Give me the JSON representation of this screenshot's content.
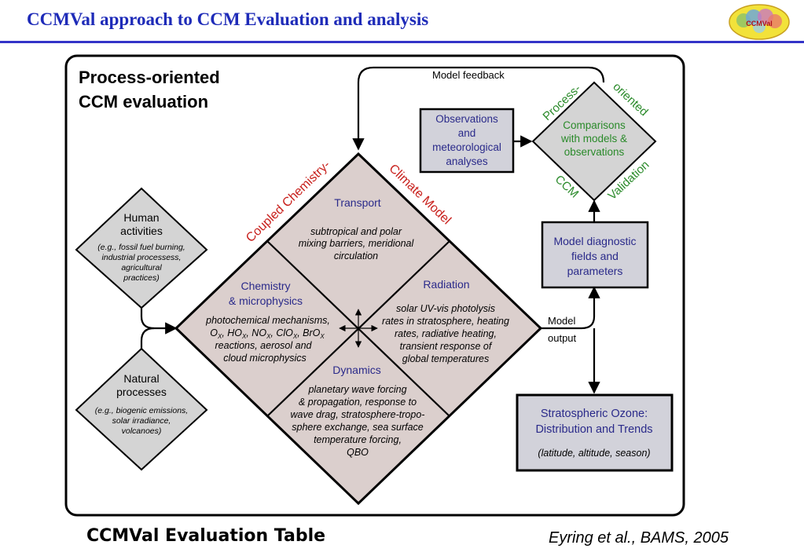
{
  "slide": {
    "title": "CCMVal approach to CCM Evaluation and analysis",
    "footer_left": "CCMVal Evaluation Table",
    "footer_right": "Eyring et al., BAMS, 2005",
    "logo": {
      "icon": "ccmval-logo-icon",
      "label": "CCMVal"
    }
  },
  "colors": {
    "title_blue": "#1e2bb8",
    "diamond_fill": "#dbcfcd",
    "box_fill": "#d2d2da",
    "green": "#2a8a2a",
    "red": "#c8201c",
    "navy": "#2a2a8a"
  },
  "diagram": {
    "heading_line1": "Process-oriented",
    "heading_line2": "CCM evaluation",
    "model_feedback": "Model feedback",
    "model_output_line1": "Model",
    "model_output_line2": "output",
    "ccm_diamond": {
      "label_left": "Coupled Chemistry-",
      "label_right": "Climate Model",
      "transport": {
        "title": "Transport",
        "lines": [
          "subtropical and polar",
          "mixing barriers, meridional",
          "circulation"
        ]
      },
      "chemistry": {
        "title_lines": [
          "Chemistry",
          "& microphysics"
        ],
        "line1": "photochemical mechanisms,",
        "species": [
          "O",
          "X",
          ", HO",
          "X",
          ", NO",
          "X",
          ", ClO",
          "X",
          ", BrO",
          "X"
        ],
        "lines_after": [
          "reactions, aerosol and",
          "cloud microphysics"
        ]
      },
      "radiation": {
        "title": "Radiation",
        "lines": [
          "solar UV-vis photolysis",
          "rates in stratosphere, heating",
          "rates, radiative heating,",
          "transient response of",
          "global temperatures"
        ]
      },
      "dynamics": {
        "title": "Dynamics",
        "lines": [
          "planetary wave forcing",
          "& propagation, response to",
          "wave drag, stratosphere-tropo-",
          "sphere exchange, sea surface",
          "temperature forcing,",
          "QBO"
        ]
      }
    },
    "human_activities": {
      "title_lines": [
        "Human",
        "activities"
      ],
      "detail_lines": [
        "(e.g., fossil fuel burning,",
        "industrial processess,",
        "agricultural",
        "practices)"
      ]
    },
    "natural_processes": {
      "title_lines": [
        "Natural",
        "processes"
      ],
      "detail_lines": [
        "(e.g., biogenic emissions,",
        "solar irradiance,",
        "volcanoes)"
      ]
    },
    "observations": {
      "lines": [
        "Observations",
        "and",
        "meteorological",
        "analyses"
      ]
    },
    "validation_diamond": {
      "label_top_left": "Process-",
      "label_top_right": "oriented",
      "label_bottom_left": "CCM",
      "label_bottom_right": "Validation",
      "lines": [
        "Comparisons",
        "with models &",
        "observations"
      ]
    },
    "model_diagnostic": {
      "lines": [
        "Model diagnostic",
        "fields and",
        "parameters"
      ]
    },
    "stratospheric_ozone": {
      "title_lines": [
        "Stratospheric Ozone:",
        "Distribution and Trends"
      ],
      "subtitle": "(latitude, altitude, season)"
    }
  }
}
